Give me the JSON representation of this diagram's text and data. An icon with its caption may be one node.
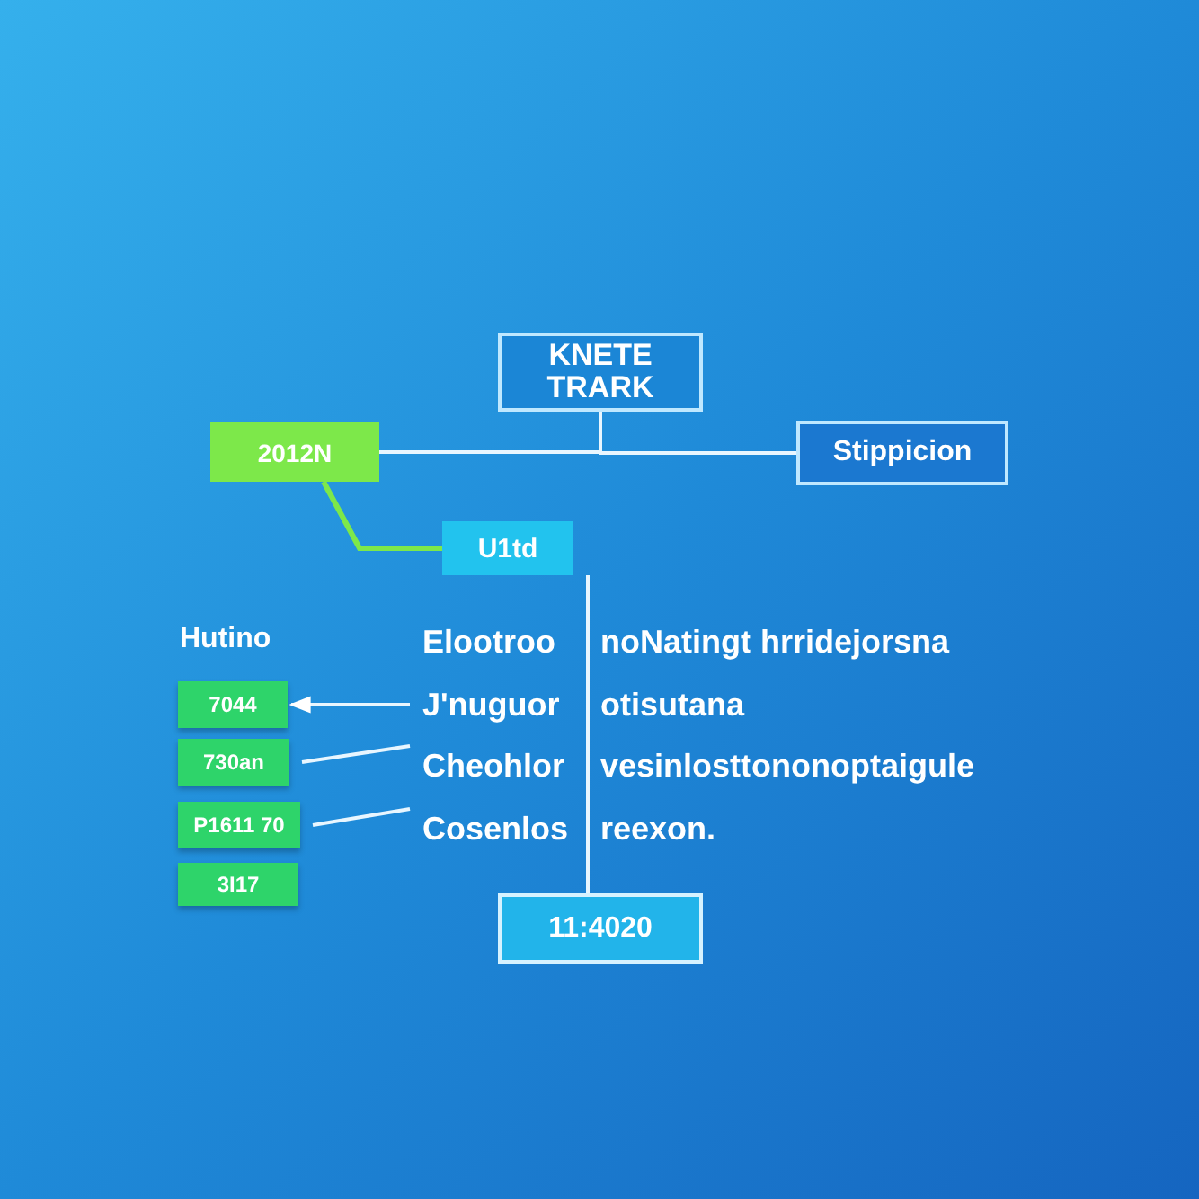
{
  "diagram": {
    "nodes": [
      {
        "text": [
          "KNETE TRARK"
        ]
      },
      {
        "text": [
          "2012N"
        ]
      },
      {
        "text": [
          "Stippicion"
        ]
      },
      {
        "text": [
          "U1td"
        ]
      },
      {
        "text": [
          "Elootroo"
        ]
      },
      {
        "text": [
          "noNatingt hrridejorsna"
        ]
      },
      {
        "text": [
          "J'nuguor"
        ]
      },
      {
        "text": [
          "otisutana"
        ]
      },
      {
        "text": [
          "Cheohlor"
        ]
      },
      {
        "text": [
          "vesinlosttononoptaigule"
        ]
      },
      {
        "text": [
          "Cosenlos"
        ]
      },
      {
        "text": [
          "reexon."
        ]
      },
      {
        "text": [
          "7044"
        ]
      },
      {
        "text": [
          "730an"
        ]
      },
      {
        "text": [
          "P1611 70"
        ]
      },
      {
        "text": [
          "3I17"
        ]
      },
      {
        "text": [
          "11:4020"
        ]
      }
    ],
    "edges": [
      {
        "from": 0,
        "to": 1,
        "arrow": "none"
      },
      {
        "from": 0,
        "to": 2,
        "arrow": "none"
      },
      {
        "from": 1,
        "to": 3,
        "arrow": "none",
        "color": "#7de84a"
      },
      {
        "from": 3,
        "to": 16,
        "arrow": "none"
      },
      {
        "from": 6,
        "to": 12,
        "arrow": "to"
      },
      {
        "from": 8,
        "to": 13,
        "arrow": "none"
      },
      {
        "from": 10,
        "to": 14,
        "arrow": "none"
      }
    ],
    "labels": [
      "Hutino"
    ]
  }
}
